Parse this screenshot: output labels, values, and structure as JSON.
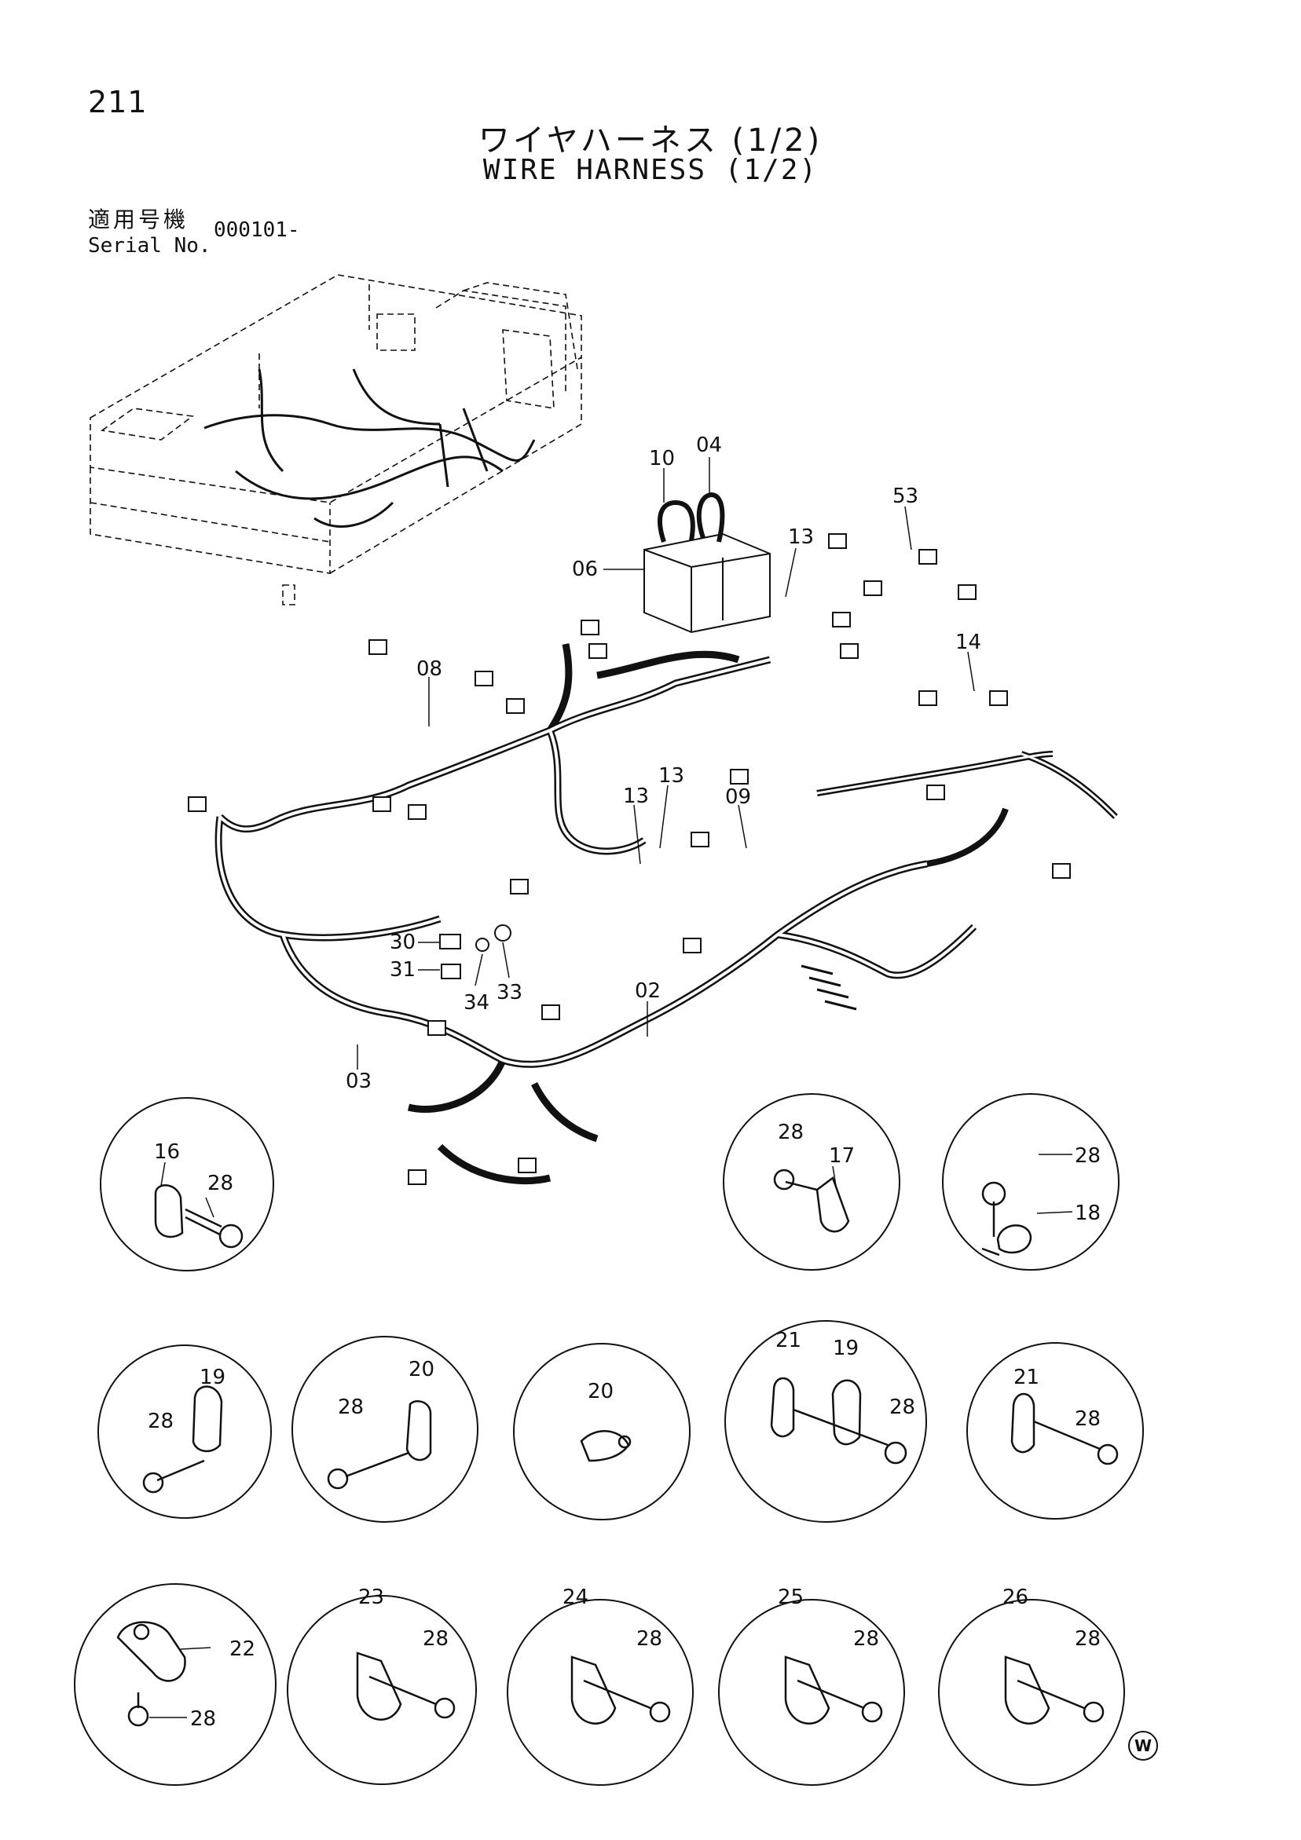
{
  "header": {
    "page_number": "211",
    "title_jp": "ワイヤハーネス (1/2)",
    "title_en": "WIRE HARNESS (1/2)",
    "serial_label_jp": "適用号機",
    "serial_label_en": "Serial No.",
    "serial_value": "000101-"
  },
  "callouts": {
    "c02": "02",
    "c03": "03",
    "c04": "04",
    "c06": "06",
    "c08": "08",
    "c09": "09",
    "c10": "10",
    "c13a": "13",
    "c13b": "13",
    "c13c": "13",
    "c14": "14",
    "c30": "30",
    "c31": "31",
    "c33": "33",
    "c34": "34",
    "c53": "53"
  },
  "details": [
    {
      "a": "16",
      "b": "28"
    },
    {
      "a": "28",
      "b": "17"
    },
    {
      "a": "28",
      "b": "18"
    },
    {
      "a": "19",
      "b": "28"
    },
    {
      "a": "20",
      "b": "28"
    },
    {
      "a": "20"
    },
    {
      "a": "21",
      "b": "19",
      "c": "28"
    },
    {
      "a": "21",
      "b": "28"
    },
    {
      "a": "22",
      "b": "28"
    },
    {
      "a": "23",
      "b": "28"
    },
    {
      "a": "24",
      "b": "28"
    },
    {
      "a": "25",
      "b": "28"
    },
    {
      "a": "26",
      "b": "28"
    }
  ],
  "footer": {
    "mark": "W"
  }
}
